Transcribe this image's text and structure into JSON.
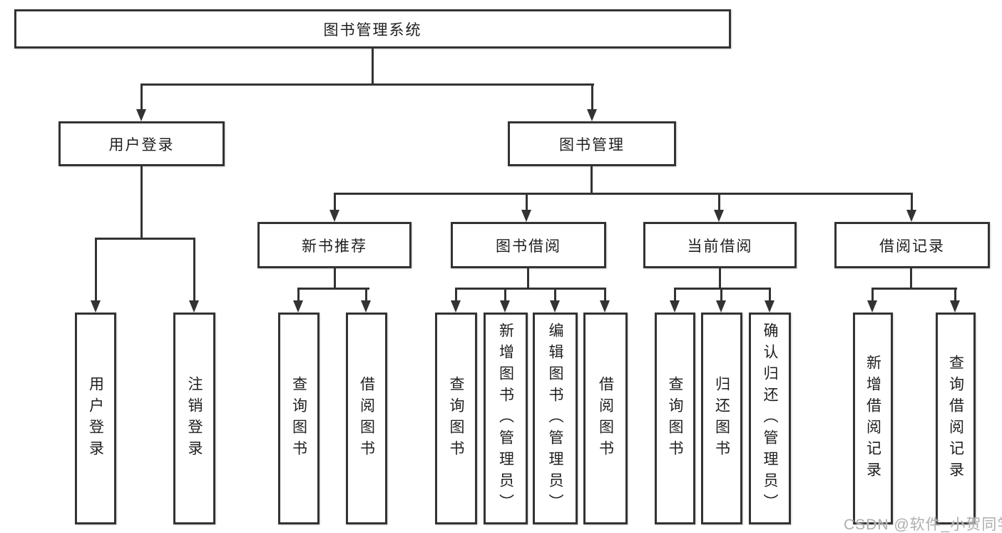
{
  "watermark": "CSDN @软件_小贺同学",
  "colors": {
    "line": "#333333",
    "text": "#1f1f1f",
    "background": "#ffffff",
    "watermark": "#aeaeae"
  },
  "diagram": {
    "root": "图书管理系统",
    "children": [
      {
        "label": "用户登录",
        "children": [
          "用户登录",
          "注销登录"
        ]
      },
      {
        "label": "图书管理",
        "children": [
          {
            "label": "新书推荐",
            "children": [
              "查询图书",
              "借阅图书"
            ]
          },
          {
            "label": "图书借阅",
            "children": [
              "查询图书",
              "新增图书（管理员）",
              "编辑图书（管理员）",
              "借阅图书"
            ]
          },
          {
            "label": "当前借阅",
            "children": [
              "查询图书",
              "归还图书",
              "确认归还（管理员）"
            ]
          },
          {
            "label": "借阅记录",
            "children": [
              "新增借阅记录",
              "查询借阅记录"
            ]
          }
        ]
      }
    ]
  }
}
